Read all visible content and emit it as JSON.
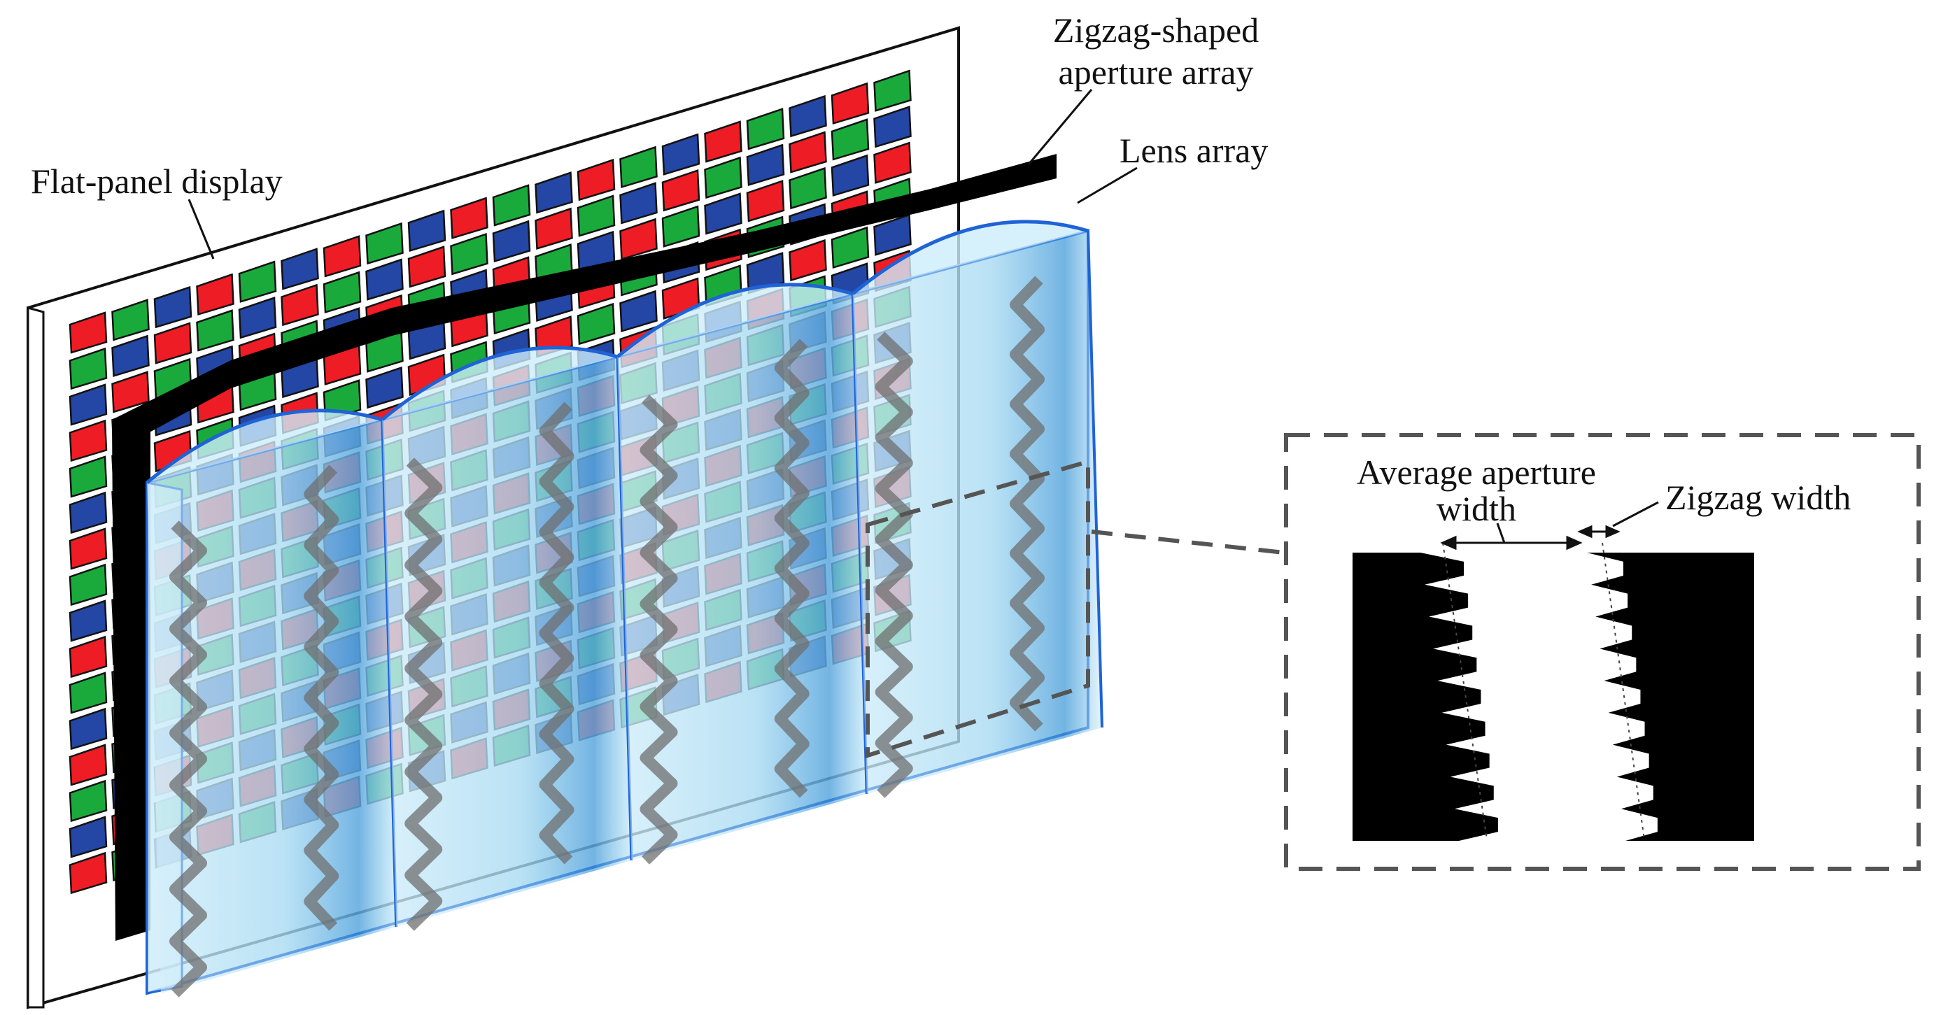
{
  "labels": {
    "flat_panel": "Flat-panel display",
    "zigzag_aperture_line1": "Zigzag-shaped",
    "zigzag_aperture_line2": "aperture array",
    "lens_array": "Lens array",
    "average_aperture_line1": "Average aperture",
    "average_aperture_line2": "width",
    "zigzag_width": "Zigzag width"
  },
  "colors": {
    "subpixel_red": "#ee1c24",
    "subpixel_green": "#1aaa3c",
    "subpixel_blue": "#2446a4",
    "lens_fill": "#bfe6f7",
    "lens_edge": "#1f63d6",
    "mask": "#000000",
    "dash": "#555555"
  }
}
